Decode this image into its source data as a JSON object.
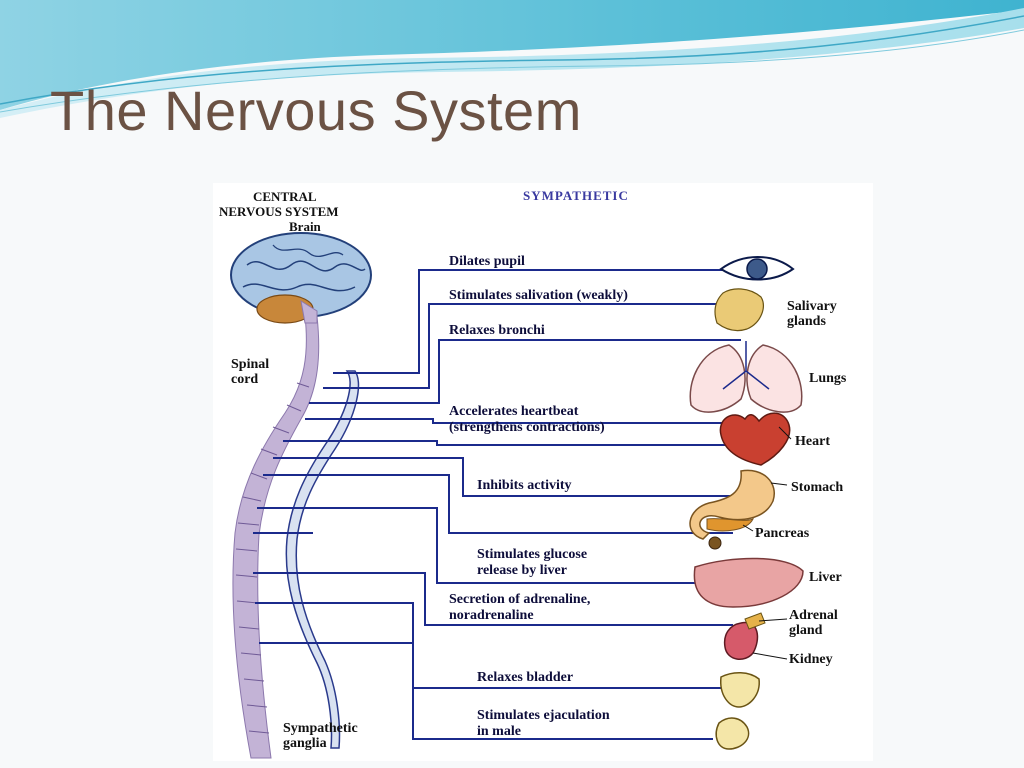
{
  "title": "The Nervous System",
  "colors": {
    "title": "#6b5244",
    "nerve": "#1b2a8c",
    "spine": "#c3b3d6",
    "ganglia": "#d9e2f1",
    "header": "#3a3aa0"
  },
  "diagram": {
    "header": "SYMPATHETIC",
    "cns_label": {
      "line1": "CENTRAL",
      "line2": "NERVOUS SYSTEM",
      "line3": "Brain"
    },
    "spinal_cord_label": {
      "line1": "Spinal",
      "line2": "cord"
    },
    "ganglia_label": {
      "line1": "Sympathetic",
      "line2": "ganglia"
    },
    "actions": {
      "eye": "Dilates pupil",
      "salivation": "Stimulates salivation (weakly)",
      "bronchi": "Relaxes bronchi",
      "heart1": "Accelerates heartbeat",
      "heart2": "(strengthens contractions)",
      "stomach": "Inhibits activity",
      "liver1": "Stimulates glucose",
      "liver2": "release by liver",
      "adrenal1": "Secretion of adrenaline,",
      "adrenal2": "noradrenaline",
      "bladder": "Relaxes bladder",
      "ejac1": "Stimulates ejaculation",
      "ejac2": "in male"
    },
    "organs": {
      "salivary1": "Salivary",
      "salivary2": "glands",
      "lungs": "Lungs",
      "heart": "Heart",
      "stomach": "Stomach",
      "pancreas": "Pancreas",
      "liver": "Liver",
      "adrenal1": "Adrenal",
      "adrenal2": "gland",
      "kidney": "Kidney"
    }
  }
}
